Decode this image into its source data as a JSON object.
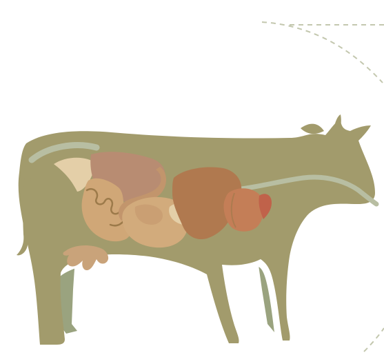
{
  "diagram": {
    "subject": "cow-digestive-system",
    "colors": {
      "background": "#ffffff",
      "outline": "#ffffff",
      "body": "#a29b6c",
      "far_legs": "#9aa37f",
      "spine_highlight": "#b8bea2",
      "dashed_guide": "#c3c7ae",
      "rumen": "#b88c72",
      "reticulum": "#c2956c",
      "omasum": "#d2ab7c",
      "abomasum": "#b0794f",
      "liver": "#c47e57",
      "heart": "#c0624a",
      "intestines": "#d0a777",
      "intestine_detail": "#9c7a4a",
      "pale_organ": "#e4cfa8",
      "udder": "#c9a37a"
    },
    "organs": [
      {
        "name": "rumen",
        "icon": "rumen-shape"
      },
      {
        "name": "reticulum",
        "icon": "reticulum-shape"
      },
      {
        "name": "omasum",
        "icon": "omasum-shape"
      },
      {
        "name": "abomasum",
        "icon": "abomasum-shape"
      },
      {
        "name": "liver",
        "icon": "liver-shape"
      },
      {
        "name": "heart",
        "icon": "heart-shape"
      },
      {
        "name": "intestines",
        "icon": "intestines-shape"
      },
      {
        "name": "udder",
        "icon": "udder-shape"
      }
    ]
  }
}
